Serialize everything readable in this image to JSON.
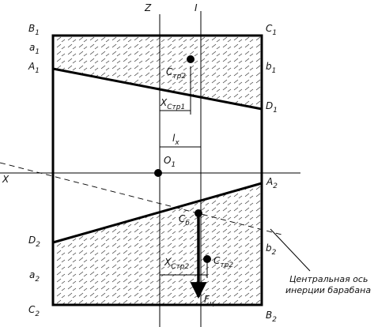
{
  "axes": {
    "z": "Z",
    "i": "I",
    "x": "X"
  },
  "points": {
    "b1": {
      "main": "B",
      "sub": "1"
    },
    "c1": {
      "main": "C",
      "sub": "1"
    },
    "a1_small": {
      "main": "a",
      "sub": "1"
    },
    "a1": {
      "main": "A",
      "sub": "1"
    },
    "b1_small": {
      "main": "b",
      "sub": "1"
    },
    "d1": {
      "main": "D",
      "sub": "1"
    },
    "o1": {
      "main": "O",
      "sub": "1"
    },
    "a2": {
      "main": "A",
      "sub": "2"
    },
    "d2": {
      "main": "D",
      "sub": "2"
    },
    "b2_small": {
      "main": "b",
      "sub": "2"
    },
    "a2_small": {
      "main": "a",
      "sub": "2"
    },
    "c2": {
      "main": "C",
      "sub": "2"
    },
    "b2": {
      "main": "B",
      "sub": "2"
    },
    "ctr2_top": {
      "main": "C",
      "sub": "тр2"
    },
    "ctr2_bottom": {
      "main": "C",
      "sub": "тр2"
    },
    "cb": {
      "main": "C",
      "sub": "б"
    }
  },
  "dimensions": {
    "xctr1": {
      "main": "X",
      "sub": "Стр1"
    },
    "lx": {
      "main": "l",
      "sub": "x"
    },
    "xctr2": {
      "main": "X",
      "sub": "Стр2"
    }
  },
  "force": {
    "main": "F",
    "sub": "ц"
  },
  "note": {
    "line1": "Центральная ось",
    "line2": "инерции барабана"
  }
}
